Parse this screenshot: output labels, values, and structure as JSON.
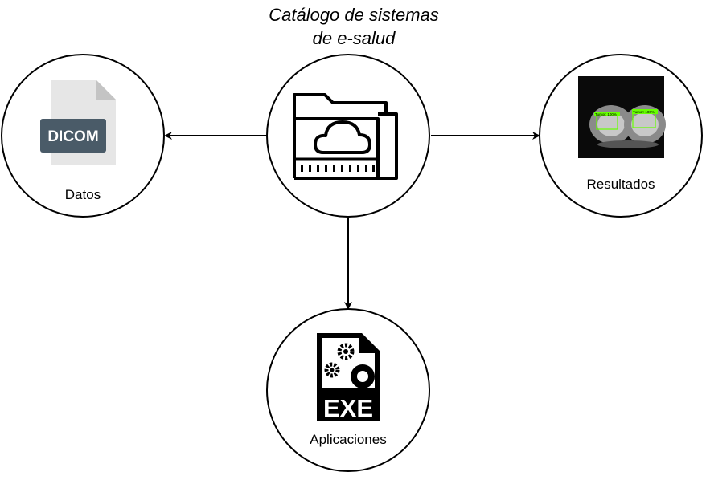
{
  "title": {
    "line1": "Catálogo de sistemas",
    "line2": "de e-salud"
  },
  "nodes": {
    "datos": {
      "label": "Datos",
      "icon": "dicom-file-icon",
      "icon_text": "DICOM"
    },
    "resultados": {
      "label": "Resultados",
      "icon": "ct-scan-result-icon",
      "box_labels": [
        "Tumor: 100%",
        "Tumor: 100%"
      ]
    },
    "aplicaciones": {
      "label": "Aplicaciones",
      "icon": "exe-file-icon",
      "icon_text": "EXE"
    },
    "catalogo": {
      "label": "",
      "icon": "cloud-folder-icon"
    }
  },
  "colors": {
    "stroke": "#000000",
    "dicom_badge": "#4a5b68",
    "file_gray": "#e6e6e6",
    "detect_green": "#66ff00"
  }
}
